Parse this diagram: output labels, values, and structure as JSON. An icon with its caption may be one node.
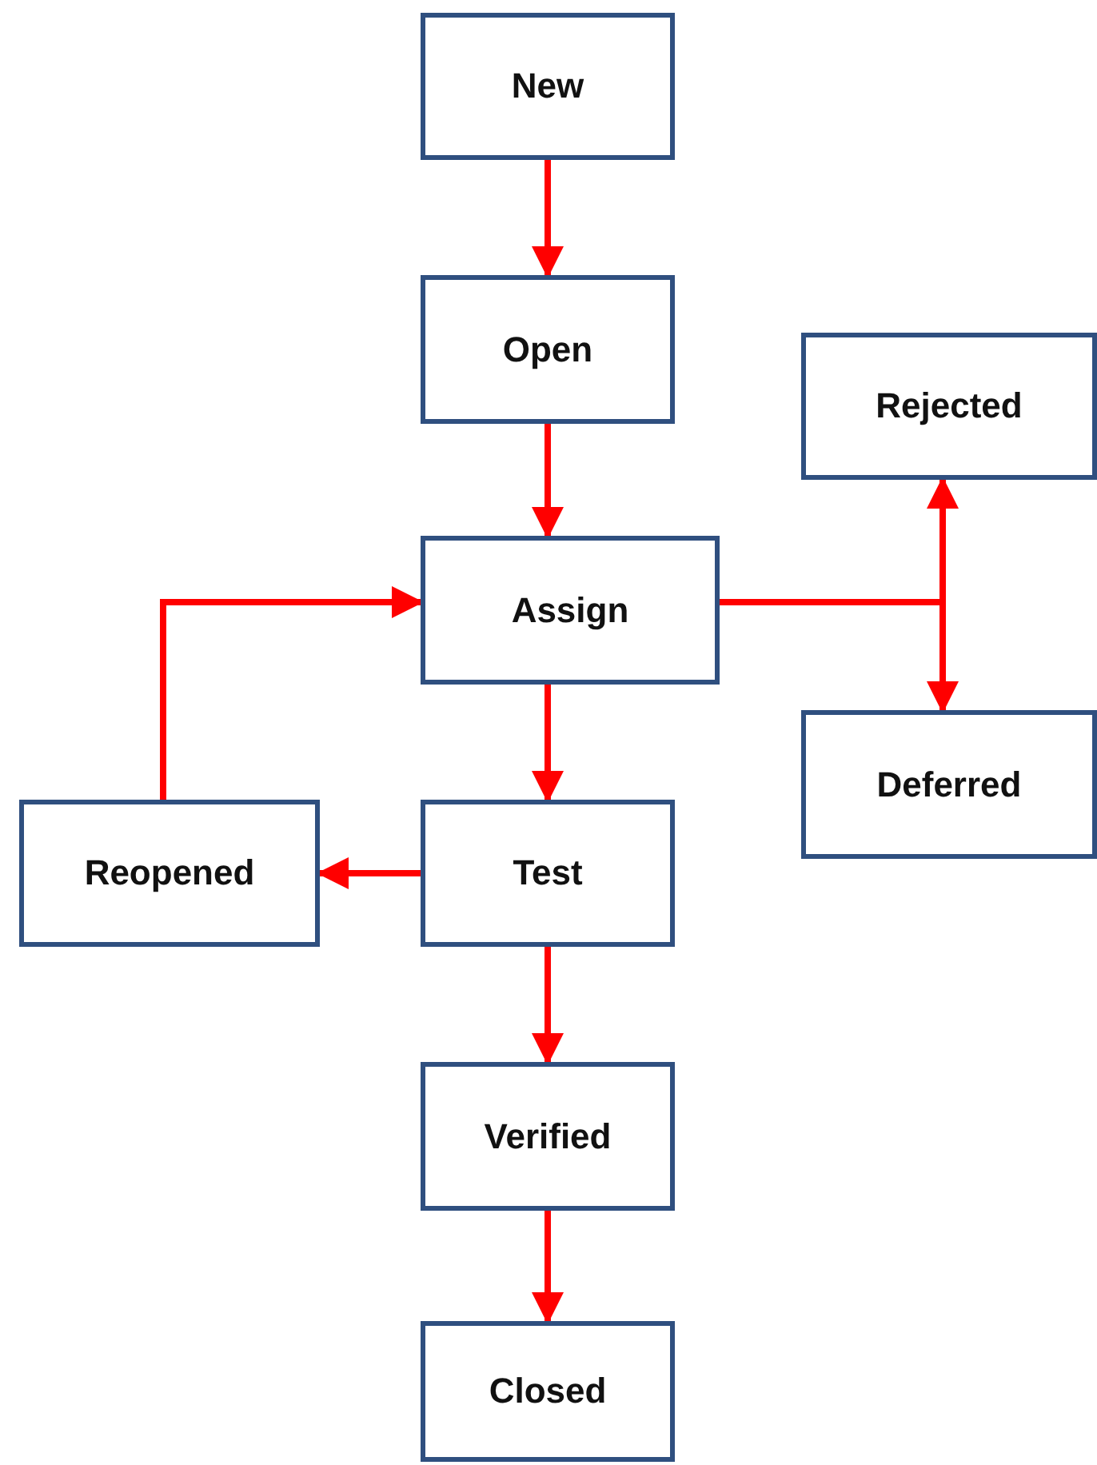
{
  "diagram": {
    "nodes": [
      {
        "text": [
          "New"
        ]
      },
      {
        "text": [
          "Open"
        ]
      },
      {
        "text": [
          "Rejected"
        ]
      },
      {
        "text": [
          "Assign"
        ]
      },
      {
        "text": [
          "Deferred"
        ]
      },
      {
        "text": [
          "Reopened"
        ]
      },
      {
        "text": [
          "Test"
        ]
      },
      {
        "text": [
          "Verified"
        ]
      },
      {
        "text": [
          "Closed"
        ]
      }
    ],
    "edges": [
      {
        "from": 0,
        "to": 1,
        "arrow": "to"
      },
      {
        "from": 1,
        "to": 3,
        "arrow": "to"
      },
      {
        "from": 3,
        "to": 2,
        "arrow": "to"
      },
      {
        "from": 3,
        "to": 4,
        "arrow": "to"
      },
      {
        "from": 3,
        "to": 6,
        "arrow": "to"
      },
      {
        "from": 6,
        "to": 5,
        "arrow": "to"
      },
      {
        "from": 5,
        "to": 3,
        "arrow": "to"
      },
      {
        "from": 6,
        "to": 7,
        "arrow": "to"
      },
      {
        "from": 7,
        "to": 8,
        "arrow": "to"
      }
    ]
  }
}
